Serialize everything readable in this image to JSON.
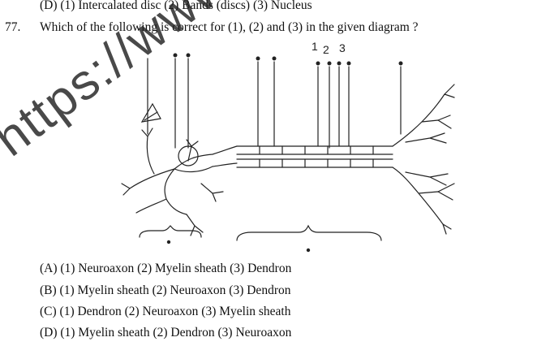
{
  "previous_question_option": "(D) (1) Intercalated disc (2) Bands (discs) (3) Nucleus",
  "question": {
    "number": "77.",
    "text": "Which of the following is correct for (1), (2) and (3) in the given diagram ?",
    "diagram_labels": [
      "1",
      "2",
      "3"
    ],
    "options": [
      "(A) (1) Neuroaxon (2) Myelin sheath (3) Dendron",
      "(B) (1) Myelin sheath (2) Neuroaxon (3) Dendron",
      "(C) (1) Dendron (2) Neuroaxon (3) Myelin sheath",
      "(D) (1) Myelin sheath (2) Dendron (3) Neuroaxon"
    ]
  },
  "watermark": "https://www"
}
